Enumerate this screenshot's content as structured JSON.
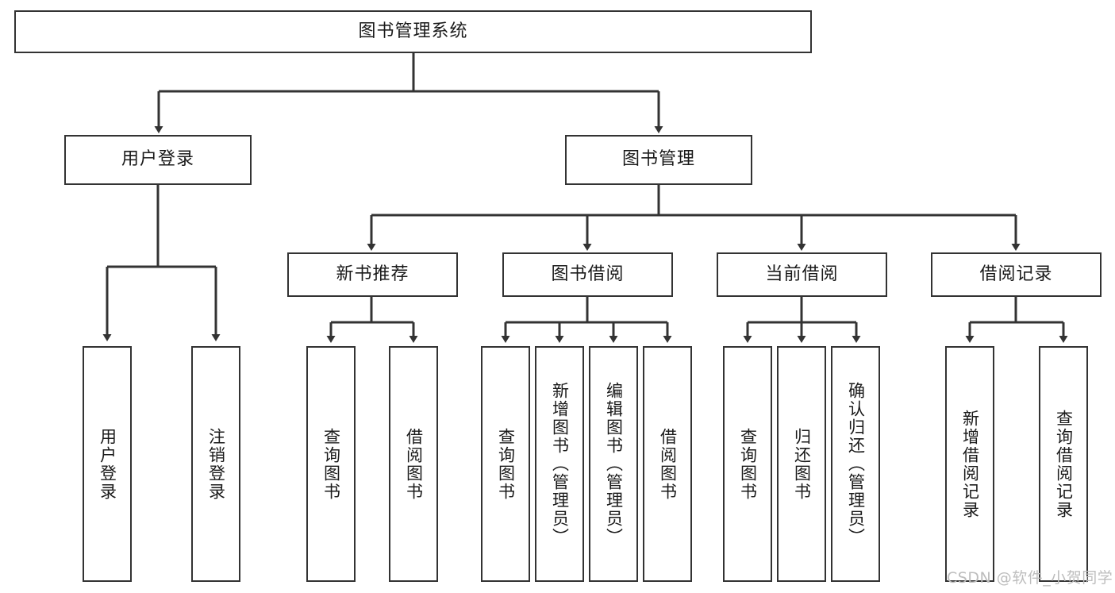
{
  "diagram": {
    "title": "图书管理系统",
    "watermark": "CSDN @软件_小贺同学",
    "stroke_color": "#333333",
    "background_color": "#ffffff",
    "root": {
      "label": "图书管理系统"
    },
    "level2": [
      {
        "label": "用户登录"
      },
      {
        "label": "图书管理"
      }
    ],
    "level3": [
      {
        "label": "新书推荐"
      },
      {
        "label": "图书借阅"
      },
      {
        "label": "当前借阅"
      },
      {
        "label": "借阅记录"
      }
    ],
    "leaves": {
      "user_login": [
        {
          "label": "用户登录"
        },
        {
          "label": "注销登录"
        }
      ],
      "new_book_recommend": [
        {
          "label": "查询图书"
        },
        {
          "label": "借阅图书"
        }
      ],
      "book_borrow": [
        {
          "label": "查询图书"
        },
        {
          "label": "新增图书（管理员）"
        },
        {
          "label": "编辑图书（管理员）"
        },
        {
          "label": "借阅图书"
        }
      ],
      "current_borrow": [
        {
          "label": "查询图书"
        },
        {
          "label": "归还图书"
        },
        {
          "label": "确认归还（管理员）"
        }
      ],
      "borrow_records": [
        {
          "label": "新增借阅记录"
        },
        {
          "label": "查询借阅记录"
        }
      ]
    }
  }
}
